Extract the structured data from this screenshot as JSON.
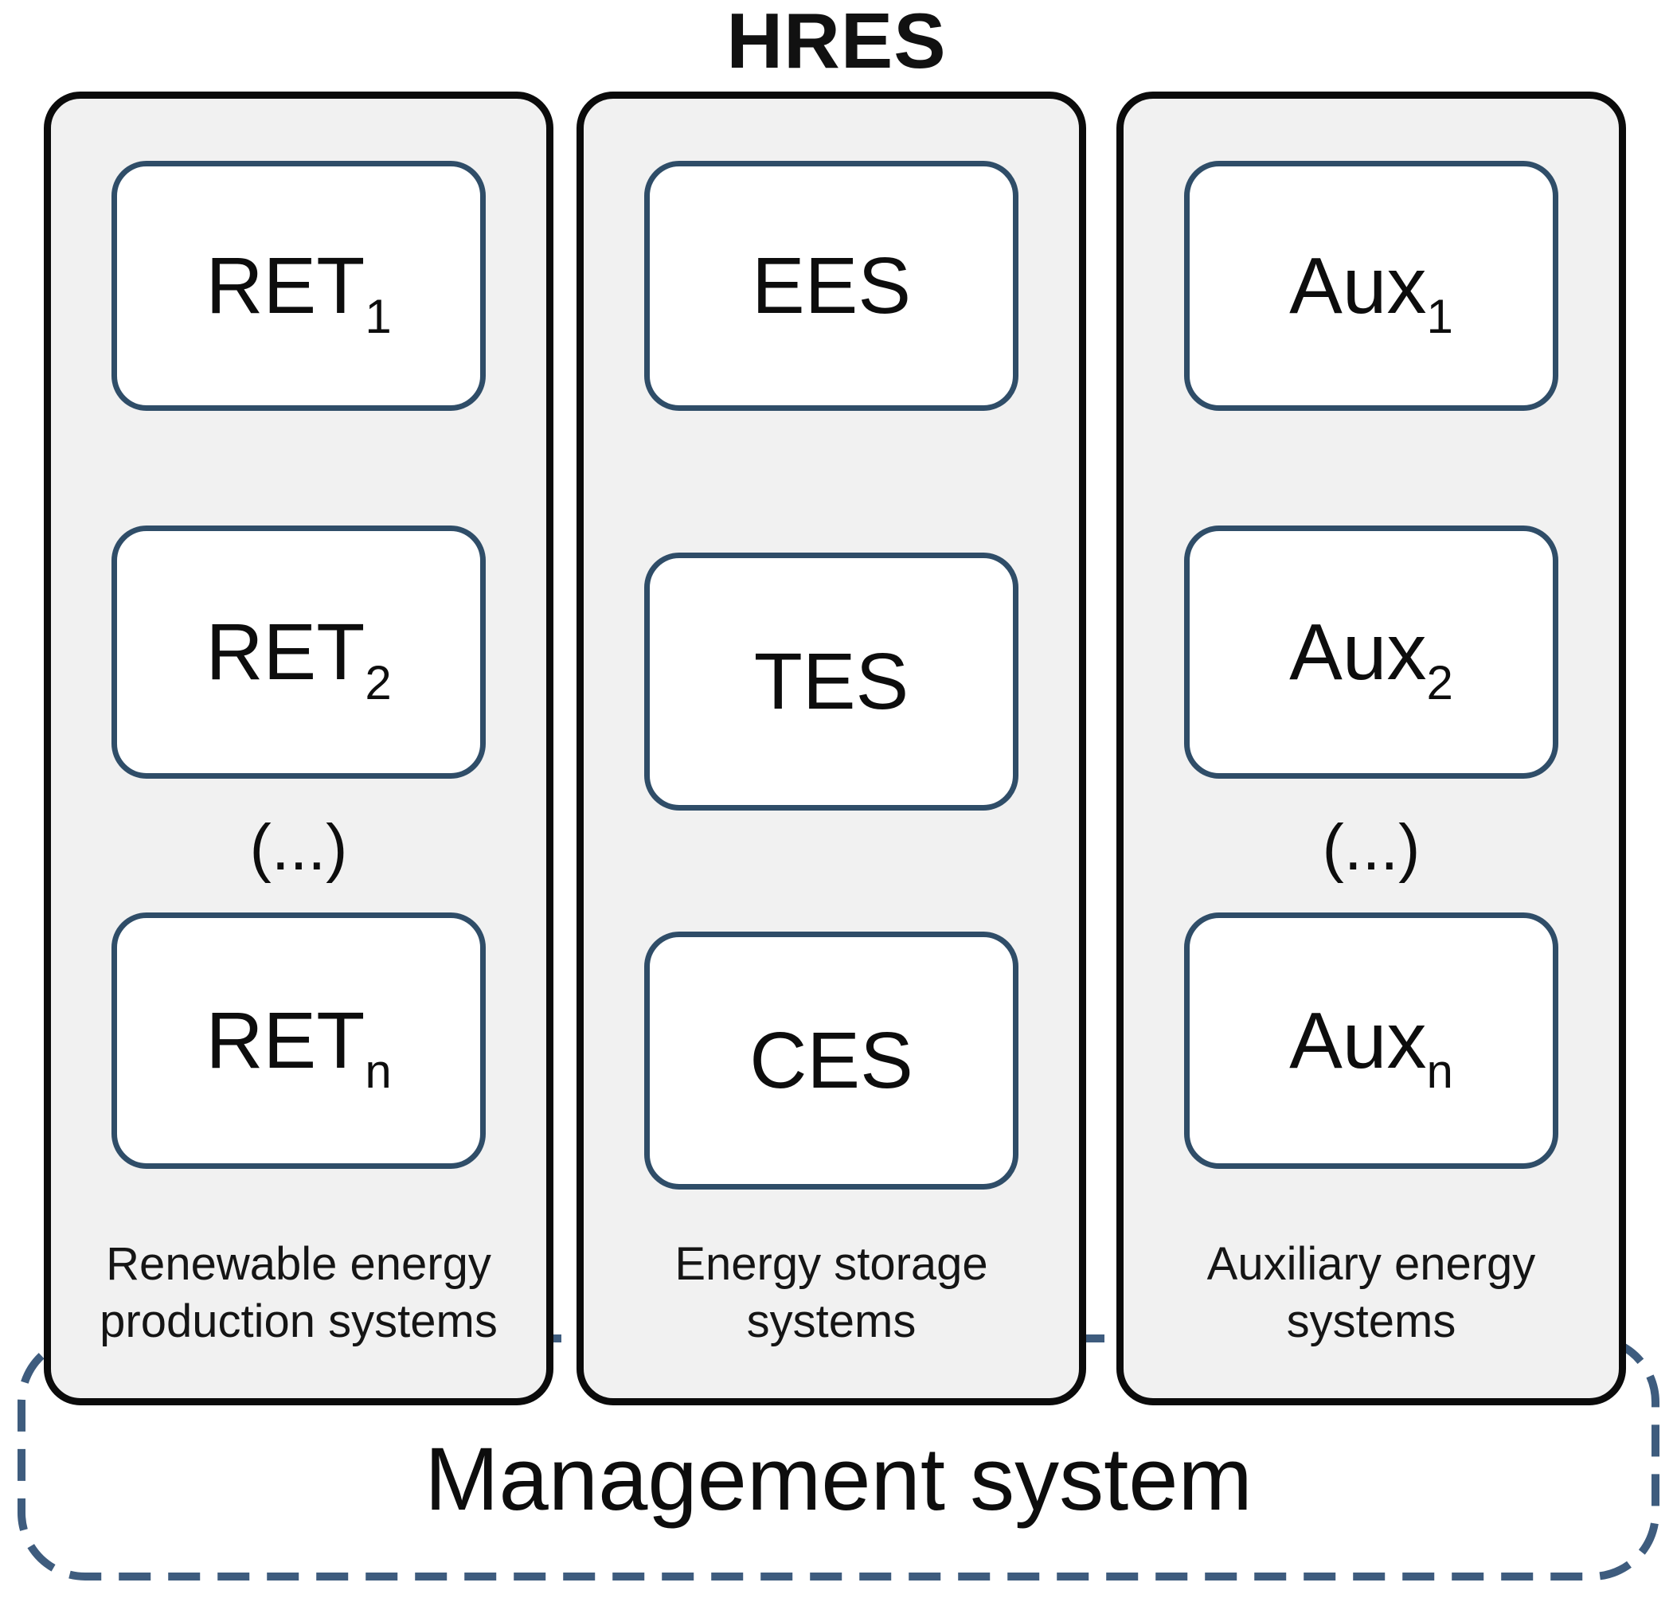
{
  "title": "HRES",
  "columns": [
    {
      "caption_line1": "Renewable energy",
      "caption_line2": "production systems",
      "ellipsis": "(...)",
      "boxes": [
        {
          "base": "RET",
          "sub": "1"
        },
        {
          "base": "RET",
          "sub": "2"
        },
        {
          "base": "RET",
          "sub": "n"
        }
      ]
    },
    {
      "caption_line1": "Energy storage",
      "caption_line2": "systems",
      "ellipsis": "",
      "boxes": [
        {
          "base": "EES",
          "sub": ""
        },
        {
          "base": "TES",
          "sub": ""
        },
        {
          "base": "CES",
          "sub": ""
        }
      ]
    },
    {
      "caption_line1": "Auxiliary energy",
      "caption_line2": "systems",
      "ellipsis": "(...)",
      "boxes": [
        {
          "base": "Aux",
          "sub": "1"
        },
        {
          "base": "Aux",
          "sub": "2"
        },
        {
          "base": "Aux",
          "sub": "n"
        }
      ]
    }
  ],
  "management": {
    "label": "Management system"
  },
  "colors": {
    "background": "#ffffff",
    "column_fill": "#f1f1f1",
    "column_border": "#0b0b0b",
    "inner_box_border": "#2f4d68",
    "inner_box_fill": "#ffffff",
    "dashed_border": "#3e5c7e",
    "text": "#111111"
  }
}
